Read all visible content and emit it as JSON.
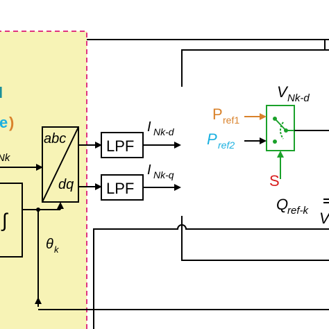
{
  "colors": {
    "panel_fill": "#f7f3b6",
    "panel_border": "#e0337f",
    "green": "#1aa12a",
    "orange": "#d9822b",
    "cyan": "#1ab0e0",
    "red": "#d81e1e",
    "teal": "#1a8f9a",
    "line": "#000000"
  },
  "left_panel": {
    "fragment_top": "l",
    "fragment_paren_letter": "e",
    "fragment_paren": ")",
    "input_label": "Nk"
  },
  "transform": {
    "top": "abc",
    "bottom": "dq"
  },
  "integrator": {
    "symbol": "∫"
  },
  "theta": {
    "main": "θ",
    "sub": "k"
  },
  "lpf_top": {
    "label": "LPF"
  },
  "lpf_bottom": {
    "label": "LPF"
  },
  "i_nkd": {
    "main": "I",
    "sub": "Nk-d"
  },
  "i_nkq": {
    "main": "I",
    "sub": "Nk-q"
  },
  "v_nkd": {
    "main": "V",
    "sub": "Nk-d"
  },
  "pref1": {
    "main": "P",
    "sub": "ref1"
  },
  "pref2": {
    "main": "P",
    "sub": "ref2"
  },
  "switch_signal": "S",
  "qref": {
    "main": "Q",
    "sub": "ref-k"
  },
  "fraction_den": "V"
}
